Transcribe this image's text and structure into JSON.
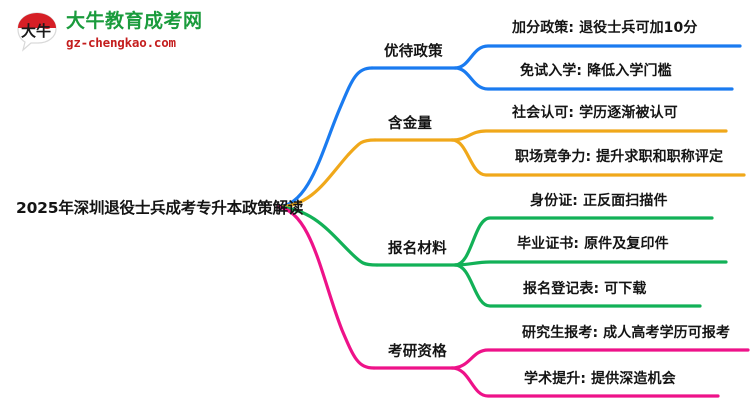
{
  "logo": {
    "mark_text": "大牛",
    "brand_cn": "大牛教育成考网",
    "brand_url": "gz-chengkao.com",
    "brand_color": "#1a9b3c",
    "url_color": "#c41d1d",
    "mark_color": "#d61f26"
  },
  "mindmap": {
    "root": {
      "label": "2025年深圳退役士兵成考专升本政策解读"
    },
    "branches": [
      {
        "label": "优待政策",
        "color": "#1a7bf0",
        "children": [
          {
            "label": "加分政策: 退役士兵可加10分"
          },
          {
            "label": "免试入学: 降低入学门槛"
          }
        ]
      },
      {
        "label": "含金量",
        "color": "#f0a81a",
        "children": [
          {
            "label": "社会认可: 学历逐渐被认可"
          },
          {
            "label": "职场竞争力: 提升求职和职称评定"
          }
        ]
      },
      {
        "label": "报名材料",
        "color": "#12b157",
        "children": [
          {
            "label": "身份证: 正反面扫描件"
          },
          {
            "label": "毕业证书: 原件及复印件"
          },
          {
            "label": "报名登记表: 可下载"
          }
        ]
      },
      {
        "label": "考研资格",
        "color": "#ee1289",
        "children": [
          {
            "label": "研究生报考: 成人高考学历可报考"
          },
          {
            "label": "学术提升: 提供深造机会"
          }
        ]
      }
    ]
  }
}
